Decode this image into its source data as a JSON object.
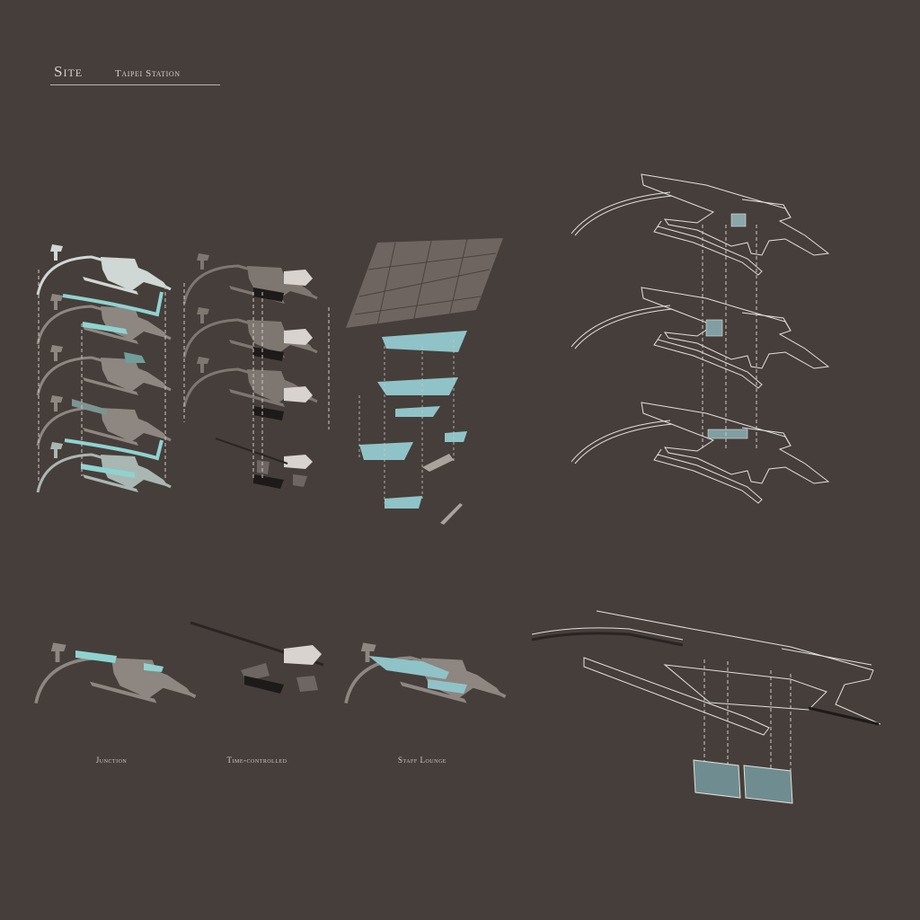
{
  "header": {
    "title": "Site",
    "subtitle": "Taipei Station"
  },
  "captions": {
    "junction": "Junction",
    "time_controlled": "Time-controlled",
    "staff_lounge": "Staff Lounge"
  },
  "colors": {
    "background": "#463e3a",
    "grey_fill": "#8e8681",
    "cyan": "#8fd3d0",
    "pale": "#cfd8d4",
    "dark": "#1e1a19",
    "outline": "#e4e0dc"
  }
}
